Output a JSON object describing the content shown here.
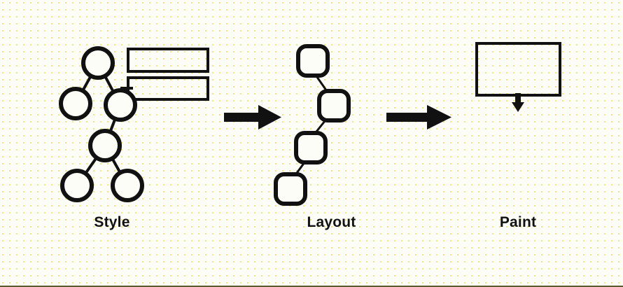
{
  "diagram": {
    "title_sequence": [
      "Style",
      "Layout",
      "Paint"
    ],
    "background_color": "#fdfdf7",
    "ink_color": "#111111",
    "dot_grid_color": "#ebe46a",
    "stages": [
      {
        "id": "style",
        "label": "Style",
        "icon_name": "dom-tree-with-style-rules",
        "description_shapes": "tree of six circles plus two rule rectangles"
      },
      {
        "id": "layout",
        "label": "Layout",
        "icon_name": "layout-box-chain",
        "description_shapes": "four rounded squares connected in a diagonal chain"
      },
      {
        "id": "paint",
        "label": "Paint",
        "icon_name": "paint-canvas-rect",
        "description_shapes": "rectangle with downward arrow"
      }
    ],
    "connectors": [
      {
        "id": "arrow-style-to-layout",
        "from": "style",
        "to": "layout",
        "icon_name": "arrow-right-icon"
      },
      {
        "id": "arrow-layout-to-paint",
        "from": "layout",
        "to": "paint",
        "icon_name": "arrow-right-icon"
      }
    ]
  }
}
